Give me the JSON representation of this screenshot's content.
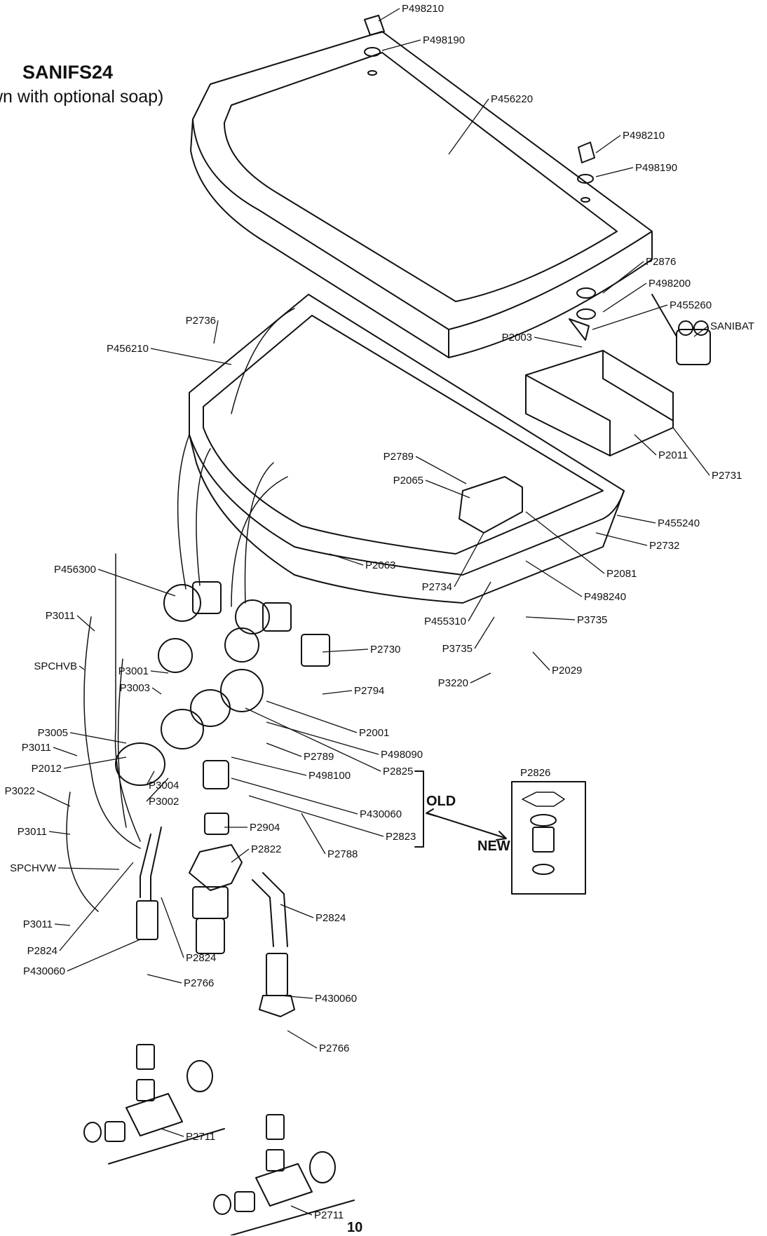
{
  "title": "SANIFS24",
  "subtitle": "wn with optional soap)",
  "page_number": "10",
  "kit": {
    "heading": "P2826",
    "old_label": "OLD",
    "new_label": "NEW"
  },
  "parts": [
    "P498210",
    "P498190",
    "P456220",
    "P498210",
    "P498190",
    "P2876",
    "P498200",
    "P455260",
    "SANIBAT",
    "P2003",
    "P2736",
    "P456210",
    "P2011",
    "P2731",
    "P2789",
    "P2065",
    "P455240",
    "P2732",
    "P456300",
    "P2063",
    "P2081",
    "P2734",
    "P498240",
    "P455310",
    "P3735",
    "P3011",
    "P3735",
    "P2730",
    "SPCHVB",
    "P3001",
    "P3003",
    "P2794",
    "P3220",
    "P2029",
    "P3005",
    "P2001",
    "P3011",
    "P2789",
    "P498090",
    "P2012",
    "P498100",
    "P2825",
    "P3022",
    "P3004",
    "P3002",
    "P430060",
    "P3011",
    "P2904",
    "P2823",
    "P2822",
    "P2788",
    "SPCHVW",
    "P2824",
    "P3011",
    "P2824",
    "P2824",
    "P430060",
    "P430060",
    "P2766",
    "P2766",
    "P2711",
    "P2711"
  ]
}
